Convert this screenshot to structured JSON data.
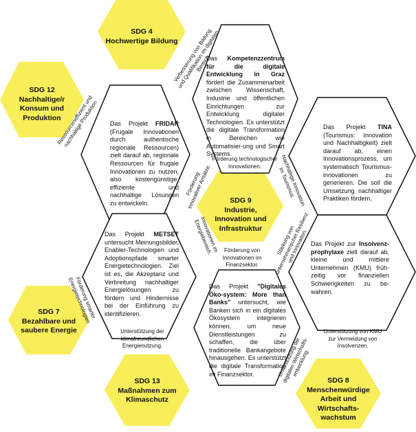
{
  "sdg_hexagons": {
    "sdg4": {
      "title": "SDG 4",
      "subtitle": "Hochwertige Bildung"
    },
    "sdg12": {
      "title": "SDG 12",
      "subtitle": "Nachhaltige/r Konsum und Produktion"
    },
    "sdg9": {
      "title": "SDG 9",
      "subtitle": "Industrie, Innovation und Infrastruktur"
    },
    "sdg7": {
      "title": "SDG 7",
      "subtitle": "Bezahlbare und saubere Energie"
    },
    "sdg13": {
      "title": "SDG 13",
      "subtitle": "Maßnahmen zum Klimaschutz"
    },
    "sdg8": {
      "title": "SDG 8",
      "subtitle": "Menschenwürdige Arbeit und Wirtschafts-wachstum"
    }
  },
  "projects": {
    "kompetenz": {
      "pre": "Das ",
      "bold": "Kompetenzzentrum für die digitale Entwicklung in Graz",
      "post": " fördert die Zusammenarbeit zwischen Wissenschaft, Industrie und öffentlichen Einrichtungen zur Entwicklung digitaler Technologien. Es unterstützt die digitale Transformation in Bereichen wie Automatisier-ung und Smart Systems."
    },
    "fridar": {
      "pre": "Das Projekt ",
      "bold": "FRIDAR",
      "post": " (Frugale Innovationen durch authentische regionale Ressourcen) zielt darauf ab, regionale Ressourcen für frugale Innovationen zu nutzen, also kostengünstige, effiziente und nachhaltige Lösungen zu entwickeln."
    },
    "tina": {
      "pre": "Das Projekt ",
      "bold": "TINA",
      "post": " (Tourismus: Innovation und Nachhaltigkeit) zielt darauf ab, einen Innovationsprozess, um systematisch Tourismus-innovationen zu generieren. Die soll die Umsetzung nachhaltiger Praktiken fördern."
    },
    "metset": {
      "pre": "Das Projekt ",
      "bold": "METSET",
      "post": " untersucht Meinungsbilder, Enabler-Technologien und Adoptionspfade smarter Energietechnologien. Ziel ist es, die Akzeptanz und Verbreitung nachhaltiger Energielösungen zu fördern und Hindernisse bei der Einführung zu identifizieren."
    },
    "insolvenz": {
      "pre": "Das Projekt zur ",
      "bold": "Insolvenz-prophylaxe",
      "post": " zielt darauf ab, kleine und mittlere Unternehmen (KMU) früh-zeitig vor finanziellen Schwierigkeiten zu be-wahren."
    },
    "oekosystem": {
      "pre": "Das Projekt ",
      "bold": "\"Digitales Öko-system: More than Banks\"",
      "post": " untersucht, wie Banken sich in ein digitales Ökosystem integrieren können, um neue Dienstleistungen zu schaffen, die über traditionelle Bankangebote hinausgehen. Es unterstützt die digitale Transformation im Finanzsektor."
    }
  },
  "captions": {
    "technologisch": "Förderung technologischer Innovationen.",
    "finanzsektor": "Förderung von Innovationen im Finanzsektor.",
    "klimafreundlich": "Unterstützung der klimafreundlichen Energienutzung.",
    "kmu": "Unterstützung von KMU zur Vermeidung von Insolvenzen."
  },
  "rotated": {
    "bildung": "Verbesserung von Bildung und Qualifikation im digitalen Bereich.",
    "ressourcen": "Ressourceneffizient und nachhaltige Produktion",
    "innovative": "Förderung innovativer Ansätze.",
    "tourismus": "Nachhaltige Innovation im Tourismus.",
    "energie": "Innovationen im Energiebereich.",
    "resilienz": "Stärkung von unternehmerischer Resilienz und Innovation.",
    "smarter": "Förderung smarter Energietechnologien",
    "wirtschaft": "Unterstützung der digitalen Wirtschafts-entwicklung."
  },
  "colors": {
    "sdg_fill": "#f7ee5a",
    "outline": "#111111"
  }
}
